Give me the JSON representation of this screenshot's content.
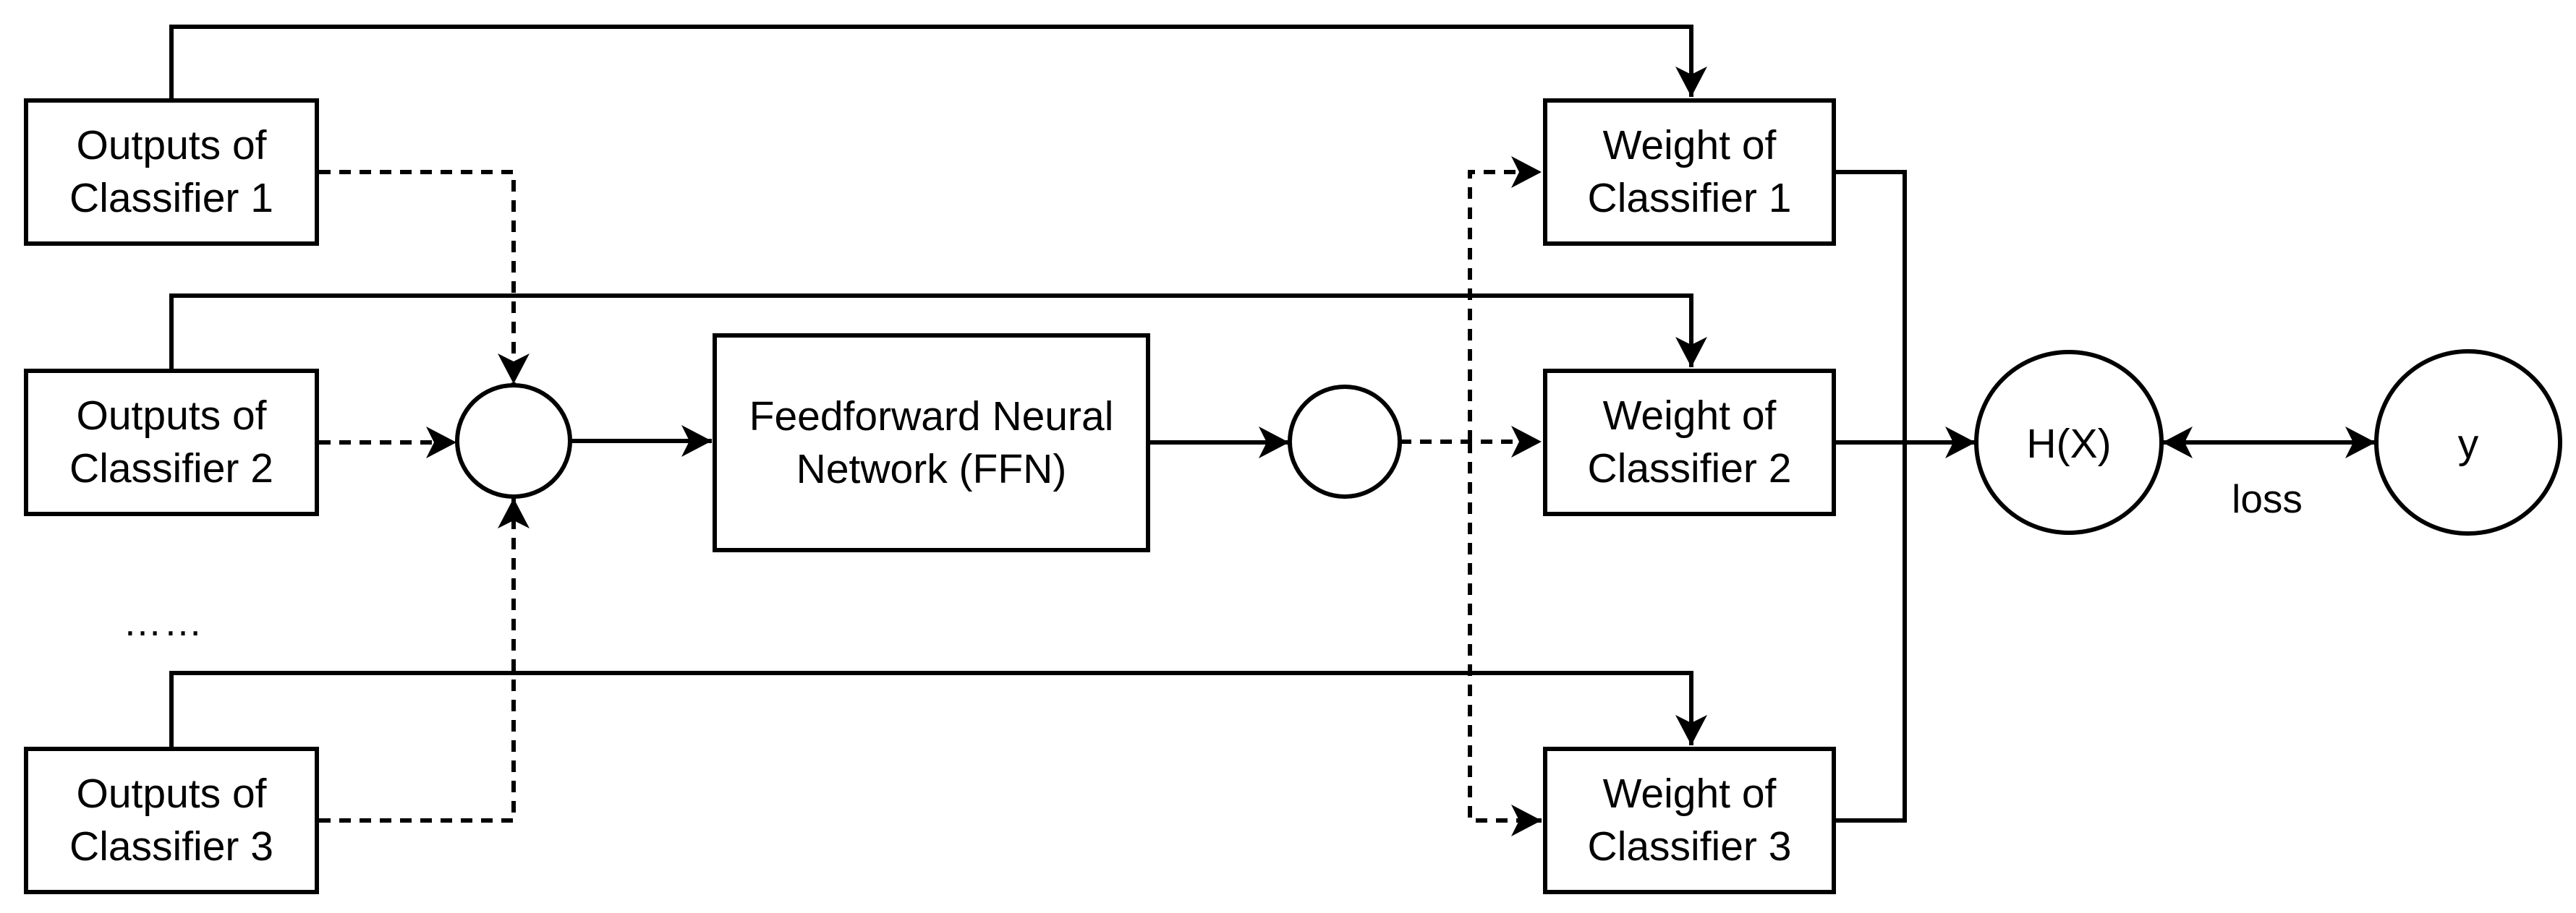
{
  "diagram": {
    "colors": {
      "stroke": "#000000",
      "background": "#ffffff"
    },
    "nodes": {
      "outputs": [
        {
          "line1": "Outputs of",
          "line2": "Classifier 1"
        },
        {
          "line1": "Outputs of",
          "line2": "Classifier 2"
        },
        {
          "line1": "Outputs of",
          "line2": "Classifier 3"
        }
      ],
      "weights": [
        {
          "line1": "Weight of",
          "line2": "Classifier 1"
        },
        {
          "line1": "Weight of",
          "line2": "Classifier 2"
        },
        {
          "line1": "Weight of",
          "line2": "Classifier 3"
        }
      ],
      "ffn": {
        "line1": "Feedforward Neural",
        "line2": "Network (FFN)"
      },
      "hx": {
        "label": "H(X)"
      },
      "y": {
        "label": "y"
      }
    },
    "labels": {
      "loss": "loss",
      "ellipsis": "……"
    }
  }
}
